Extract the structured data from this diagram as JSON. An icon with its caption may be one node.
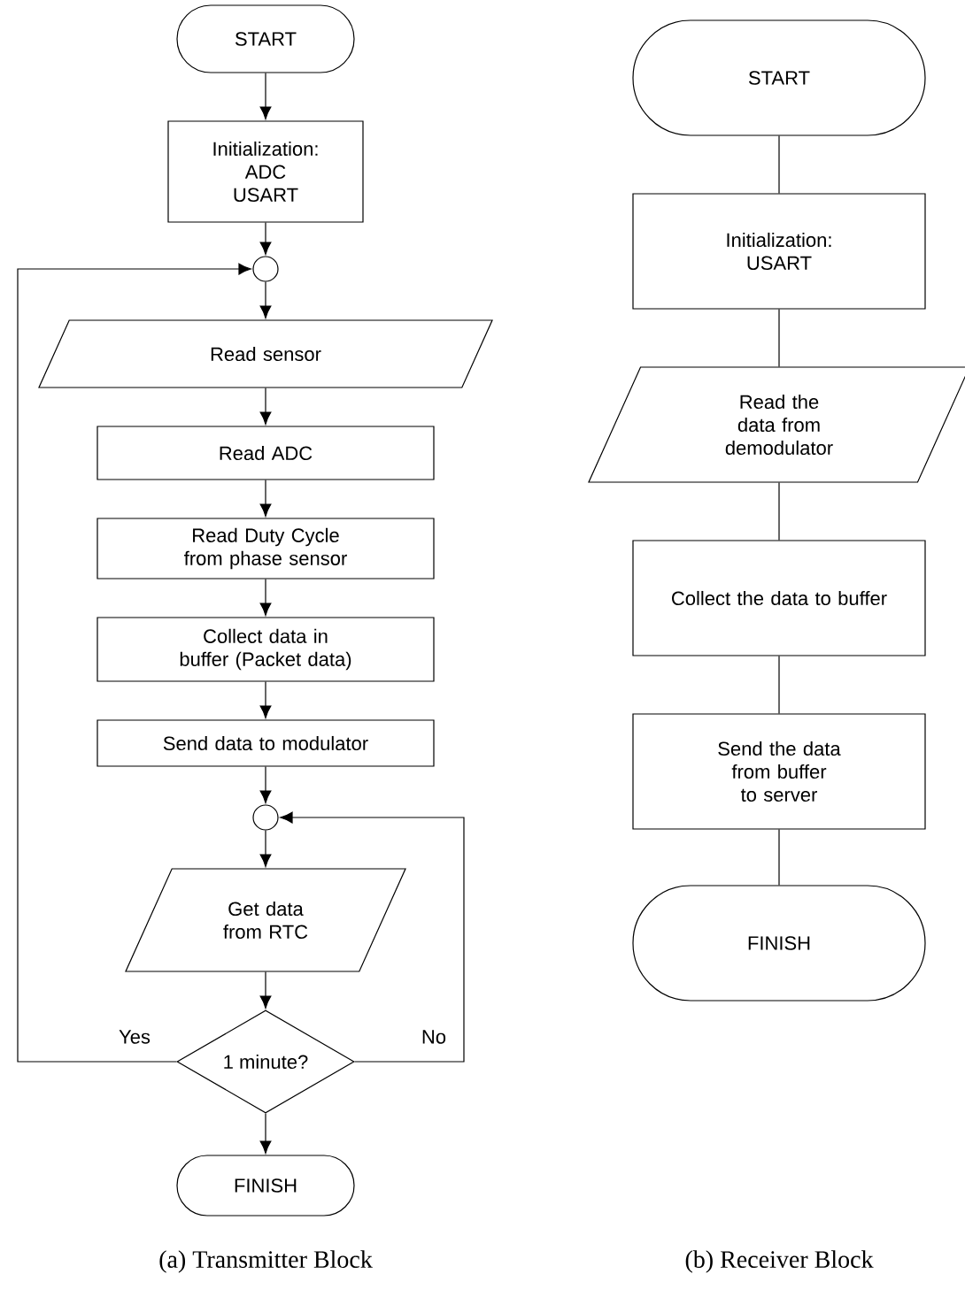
{
  "diagram": {
    "nodes": [
      {
        "text": [
          "START"
        ]
      },
      {
        "text": [
          "Initialization: ADC USART"
        ]
      },
      {
        "text": [],
        "shape": "circle"
      },
      {
        "text": [
          "Read sensor"
        ]
      },
      {
        "text": [
          "Read ADC"
        ]
      },
      {
        "text": [
          "Read Duty Cycle from phase sensor"
        ]
      },
      {
        "text": [
          "Collect data in buffer (Packet data)"
        ]
      },
      {
        "text": [
          "Send data to modulator"
        ]
      },
      {
        "text": [],
        "shape": "circle"
      },
      {
        "text": [
          "Get data from RTC"
        ]
      },
      {
        "text": [
          "1 minute?"
        ]
      },
      {
        "text": [
          "FINISH"
        ]
      },
      {
        "text": [
          "START"
        ]
      },
      {
        "text": [
          "Initialization: USART"
        ]
      },
      {
        "text": [
          "Read the data from demodulator"
        ]
      },
      {
        "text": [
          "Collect the data to buffer"
        ]
      },
      {
        "text": [
          "Send the data from buffer to server"
        ]
      },
      {
        "text": [
          "FINISH"
        ]
      }
    ],
    "edges": [
      {
        "from": 0,
        "to": 1,
        "arrow": "to"
      },
      {
        "from": 1,
        "to": 2,
        "arrow": "to"
      },
      {
        "from": 2,
        "to": 3,
        "arrow": "to"
      },
      {
        "from": 3,
        "to": 4,
        "arrow": "to"
      },
      {
        "from": 4,
        "to": 5,
        "arrow": "to"
      },
      {
        "from": 5,
        "to": 6,
        "arrow": "to"
      },
      {
        "from": 6,
        "to": 7,
        "arrow": "to"
      },
      {
        "from": 7,
        "to": 8,
        "arrow": "to"
      },
      {
        "from": 8,
        "to": 9,
        "arrow": "to"
      },
      {
        "from": 9,
        "to": 10,
        "arrow": "to"
      },
      {
        "from": 10,
        "to": 11,
        "arrow": "to"
      },
      {
        "from": 10,
        "to": 2,
        "arrow": "to",
        "label": "Yes"
      },
      {
        "from": 10,
        "to": 8,
        "arrow": "to",
        "label": "No"
      },
      {
        "from": 12,
        "to": 13,
        "arrow": "none"
      },
      {
        "from": 13,
        "to": 14,
        "arrow": "none"
      },
      {
        "from": 14,
        "to": 15,
        "arrow": "none"
      },
      {
        "from": 15,
        "to": 16,
        "arrow": "none"
      },
      {
        "from": 16,
        "to": 17,
        "arrow": "none"
      }
    ],
    "labels": [
      "(a) Transmitter Block",
      "(b) Receiver Block"
    ]
  }
}
